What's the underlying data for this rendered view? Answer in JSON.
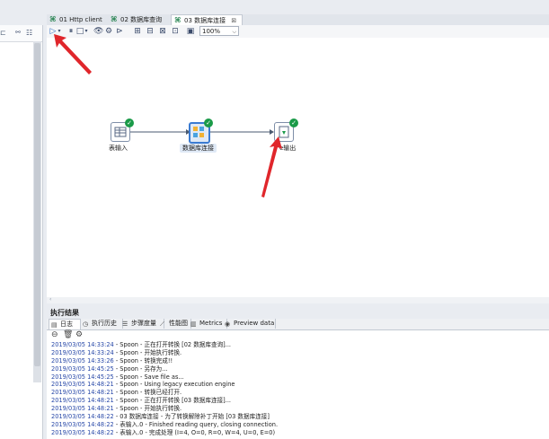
{
  "editor_tabs": [
    {
      "label": "01 Http client"
    },
    {
      "label": "02 数据库查询"
    },
    {
      "label": "03 数据库连接",
      "close": "⊠"
    }
  ],
  "toolbar": {
    "zoom": "100%"
  },
  "steps": [
    {
      "label": "表输入"
    },
    {
      "label": "数据库连接"
    },
    {
      "label": "e输出"
    }
  ],
  "results": {
    "title": "执行结果",
    "tabs": [
      {
        "label": "日志"
      },
      {
        "label": "执行历史"
      },
      {
        "label": "步骤度量"
      },
      {
        "label": "性能图"
      },
      {
        "label": "Metrics"
      },
      {
        "label": "Preview data"
      }
    ],
    "log": [
      {
        "ts": "2019/03/05 14:33:24",
        "msg": " - Spoon - 正在打开转换 [02 数据库查询]..."
      },
      {
        "ts": "2019/03/05 14:33:24",
        "msg": " - Spoon - 开始执行转换."
      },
      {
        "ts": "2019/03/05 14:33:26",
        "msg": " - Spoon - 转换完成!!"
      },
      {
        "ts": "2019/03/05 14:45:25",
        "msg": " - Spoon - 另存为..."
      },
      {
        "ts": "2019/03/05 14:45:25",
        "msg": " - Spoon - Save file as..."
      },
      {
        "ts": "2019/03/05 14:48:21",
        "msg": " - Spoon - Using legacy execution engine"
      },
      {
        "ts": "2019/03/05 14:48:21",
        "msg": " - Spoon - 转换已经打开."
      },
      {
        "ts": "2019/03/05 14:48:21",
        "msg": " - Spoon - 正在打开转换 [03 数据库连接]..."
      },
      {
        "ts": "2019/03/05 14:48:21",
        "msg": " - Spoon - 开始执行转换."
      },
      {
        "ts": "2019/03/05 14:48:22",
        "msg": " - 03 数据库连接 - 为了转换解除补丁开始  [03 数据库连接]"
      },
      {
        "ts": "2019/03/05 14:48:22",
        "msg": " - 表输入.0 - Finished reading query, closing connection."
      },
      {
        "ts": "2019/03/05 14:48:22",
        "msg": " - 表输入.0 - 完成处理 (I=4, O=0, R=0, W=4, U=0, E=0)"
      }
    ]
  },
  "colors": {
    "accent": "#3b7bd1",
    "success": "#1a9a48",
    "annotation": "#e0262b",
    "timestamp": "#2848a8"
  }
}
